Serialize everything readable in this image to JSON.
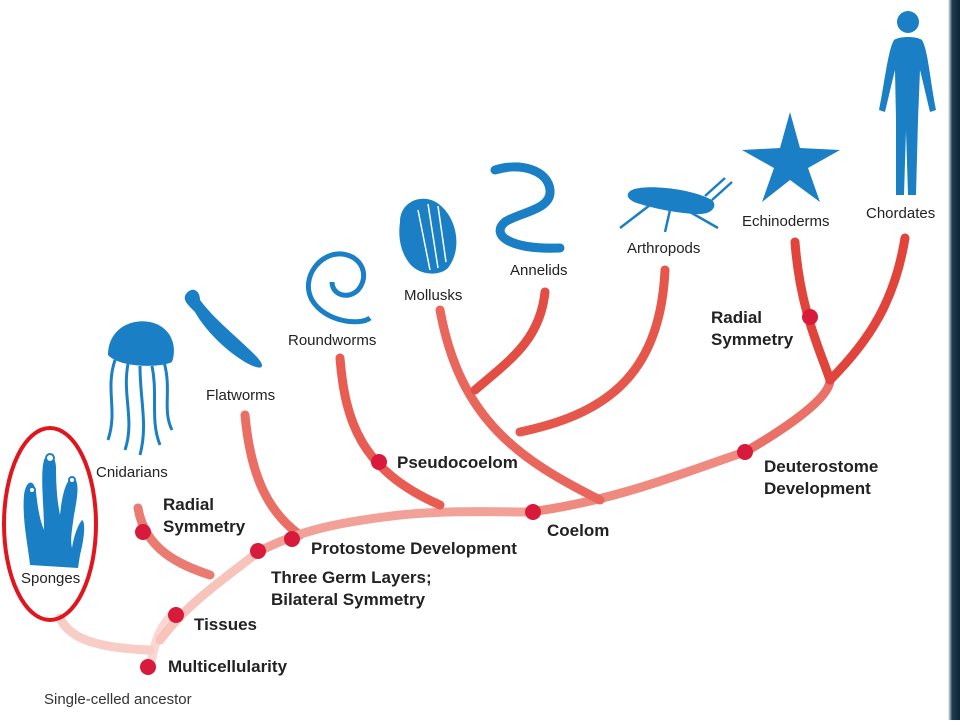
{
  "diagram": {
    "taxa": [
      {
        "id": "sponges",
        "label": "Sponges"
      },
      {
        "id": "cnidarians",
        "label": "Cnidarians"
      },
      {
        "id": "flatworms",
        "label": "Flatworms"
      },
      {
        "id": "roundworms",
        "label": "Roundworms"
      },
      {
        "id": "mollusks",
        "label": "Mollusks"
      },
      {
        "id": "annelids",
        "label": "Annelids"
      },
      {
        "id": "arthropods",
        "label": "Arthropods"
      },
      {
        "id": "echinoderms",
        "label": "Echinoderms"
      },
      {
        "id": "chordates",
        "label": "Chordates"
      }
    ],
    "traits": {
      "multicellularity": "Multicellularity",
      "tissues": "Tissues",
      "radial_symmetry_1": "Radial\nSymmetry",
      "germ_layers": "Three Germ Layers;\nBilateral Symmetry",
      "protostome": "Protostome Development",
      "pseudocoelom": "Pseudocoelom",
      "coelom": "Coelom",
      "deuterostome": "Deuterostome\nDevelopment",
      "radial_symmetry_2": "Radial\nSymmetry"
    },
    "ancestor": "Single-celled ancestor",
    "colors": {
      "branch": "#e0443a",
      "branch_light": "#f6c4bd",
      "node": "#d81b3c",
      "animal": "#1a7fc4",
      "highlight": "#e0161f"
    },
    "highlighted_taxon": "sponges"
  }
}
